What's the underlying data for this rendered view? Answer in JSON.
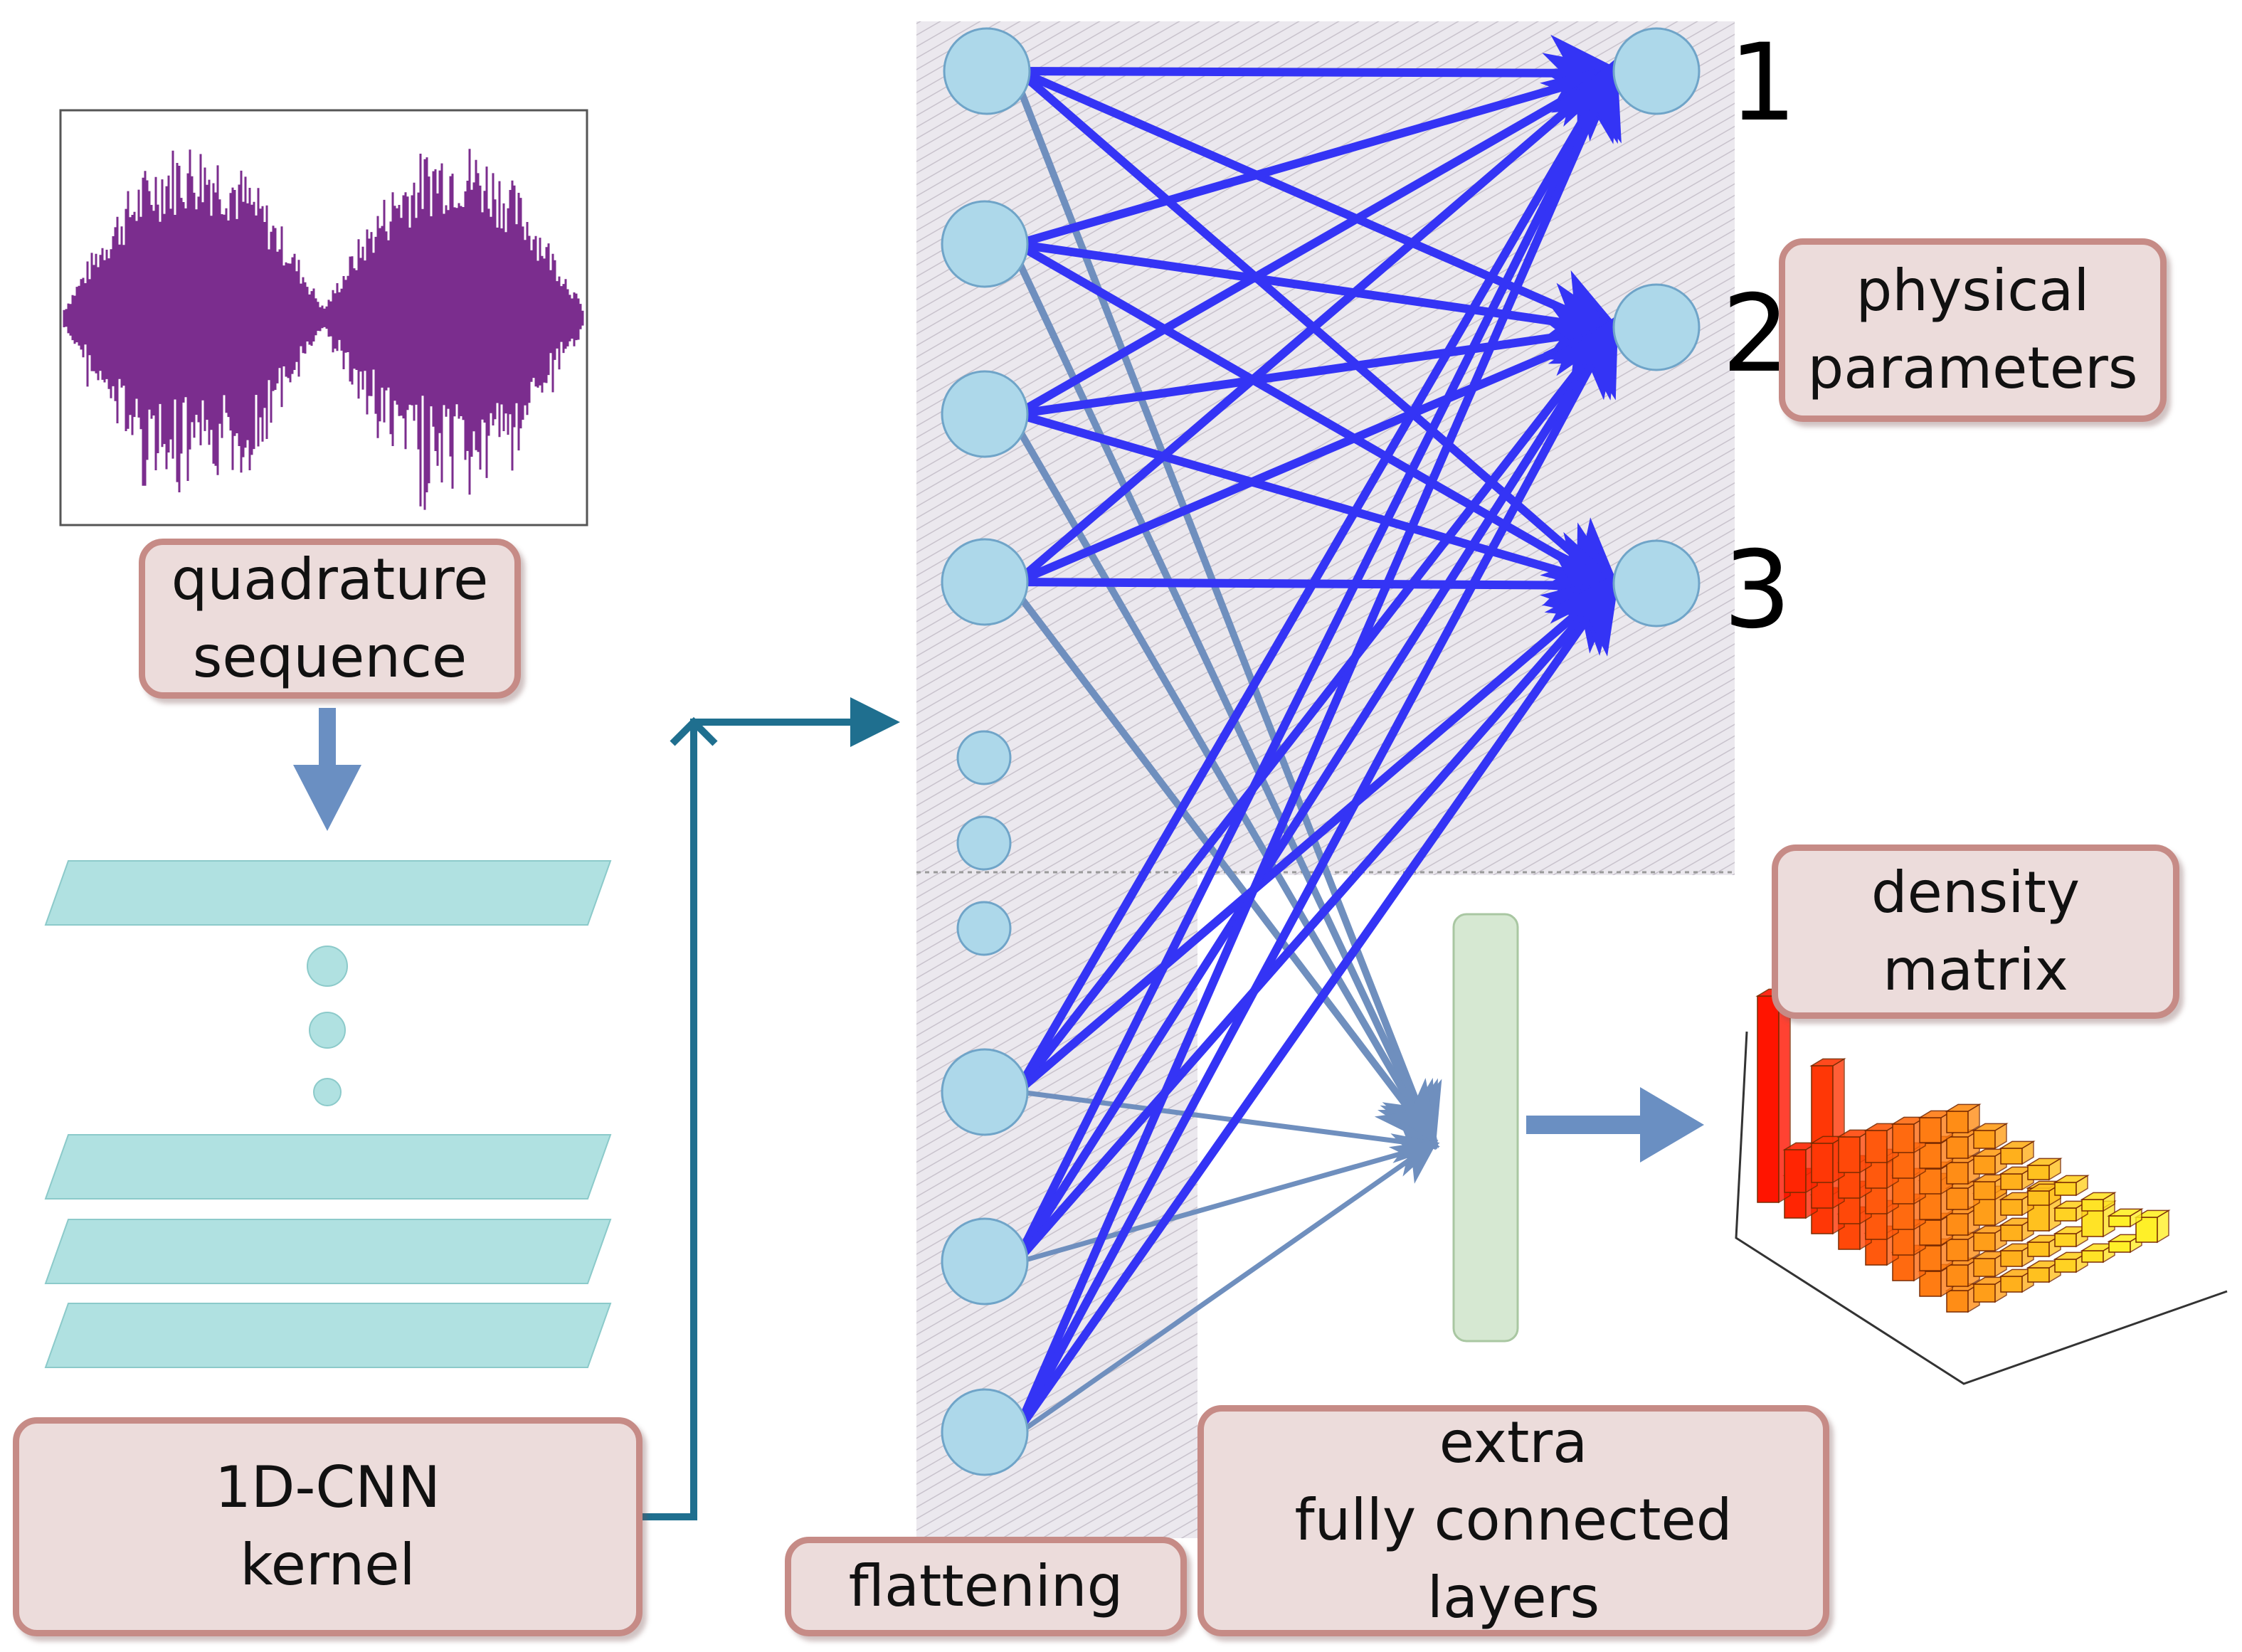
{
  "labels": {
    "quadrature_sequence": [
      "quadrature",
      "sequence"
    ],
    "cnn_kernel": [
      "1D-CNN",
      "kernel"
    ],
    "flattening": "flattening",
    "extra_fc_layers": [
      "extra",
      "fully connected",
      "layers"
    ],
    "physical_parameters": [
      "physical",
      "parameters"
    ],
    "density_matrix": [
      "density",
      "matrix"
    ]
  },
  "outputs": [
    "1",
    "2",
    "3"
  ],
  "colors": {
    "signal": "#7b2d8e",
    "node_fill": "#add8ea",
    "node_stroke": "#6fa4c8",
    "strong_edge": "#3434f5",
    "weak_edge": "#6f8fbe",
    "cnn_layer": "#b0e1e1",
    "connector": "#1f6f8f",
    "flow_arrow": "#6a8fc2",
    "label_fill": "#ecdcdb",
    "label_border": "#c68b86",
    "fc_bar": "#d6e8d2"
  },
  "icons": {
    "signal": "waveform-plot-icon",
    "density": "3d-bar-chart-icon"
  }
}
